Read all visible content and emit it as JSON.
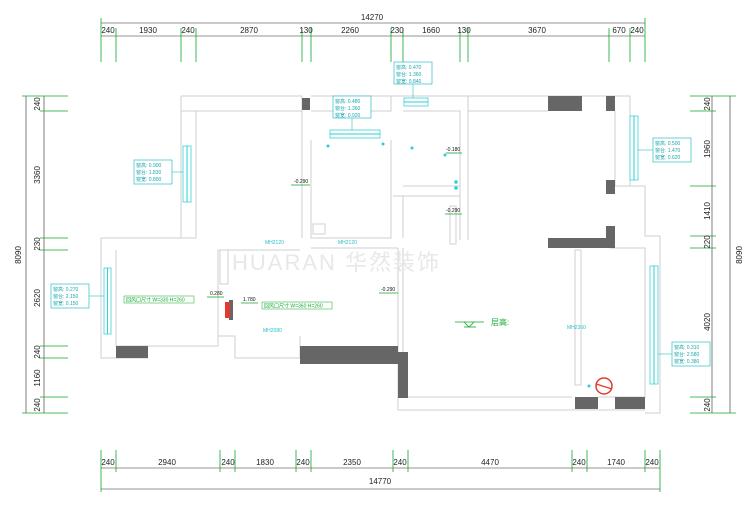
{
  "dimensions": {
    "top_total": "14270",
    "top": [
      "240",
      "1930",
      "240",
      "2870",
      "130",
      "2260",
      "230",
      "1660",
      "130",
      "3670",
      "670",
      "240"
    ],
    "bottom_total": "14770",
    "bottom": [
      "240",
      "2940",
      "240",
      "1830",
      "240",
      "2350",
      "240",
      "4470",
      "240",
      "1740",
      "240"
    ],
    "left_total": "8090",
    "left": [
      "240",
      "3360",
      "230",
      "2620",
      "240",
      "1160",
      "240"
    ],
    "right_total": "8090",
    "right": [
      "240",
      "1960",
      "1410",
      "220",
      "4020",
      "240"
    ]
  },
  "window_labels": [
    {
      "id": "top-center",
      "lines": [
        "窗高: 0.470",
        "窗台: 1.360",
        "窗宽: 0.840"
      ]
    },
    {
      "id": "kitchen",
      "lines": [
        "窗高: 0.480",
        "窗台: 1.360",
        "窗宽: 0.920"
      ]
    },
    {
      "id": "left-bedroom",
      "lines": [
        "窗高: 0.900",
        "窗台: 1.830",
        "窗宽: 0.800"
      ]
    },
    {
      "id": "right-top",
      "lines": [
        "窗高: 0.500",
        "窗台: 1.470",
        "窗宽: 0.620"
      ]
    },
    {
      "id": "left-lower",
      "lines": [
        "窗高: 0.270",
        "窗台: 2.150",
        "窗宽: 0.150"
      ]
    },
    {
      "id": "right-lower",
      "lines": [
        "窗高: 0.310",
        "窗台: 2.580",
        "窗宽: 0.380"
      ]
    }
  ],
  "door_tags": [
    "MH2120",
    "MH2120",
    "MH2080",
    "MH2360"
  ],
  "levels": [
    "-0.290",
    "-0.180",
    "-0.290",
    "-0.290",
    "0.280",
    "1.780"
  ],
  "green_notes": [
    "回风口尺寸 W=330 H=260",
    "回风口尺寸 W=360 H=260"
  ],
  "ceiling_label": "层高:",
  "watermark": "HUARAN 华然装饰"
}
